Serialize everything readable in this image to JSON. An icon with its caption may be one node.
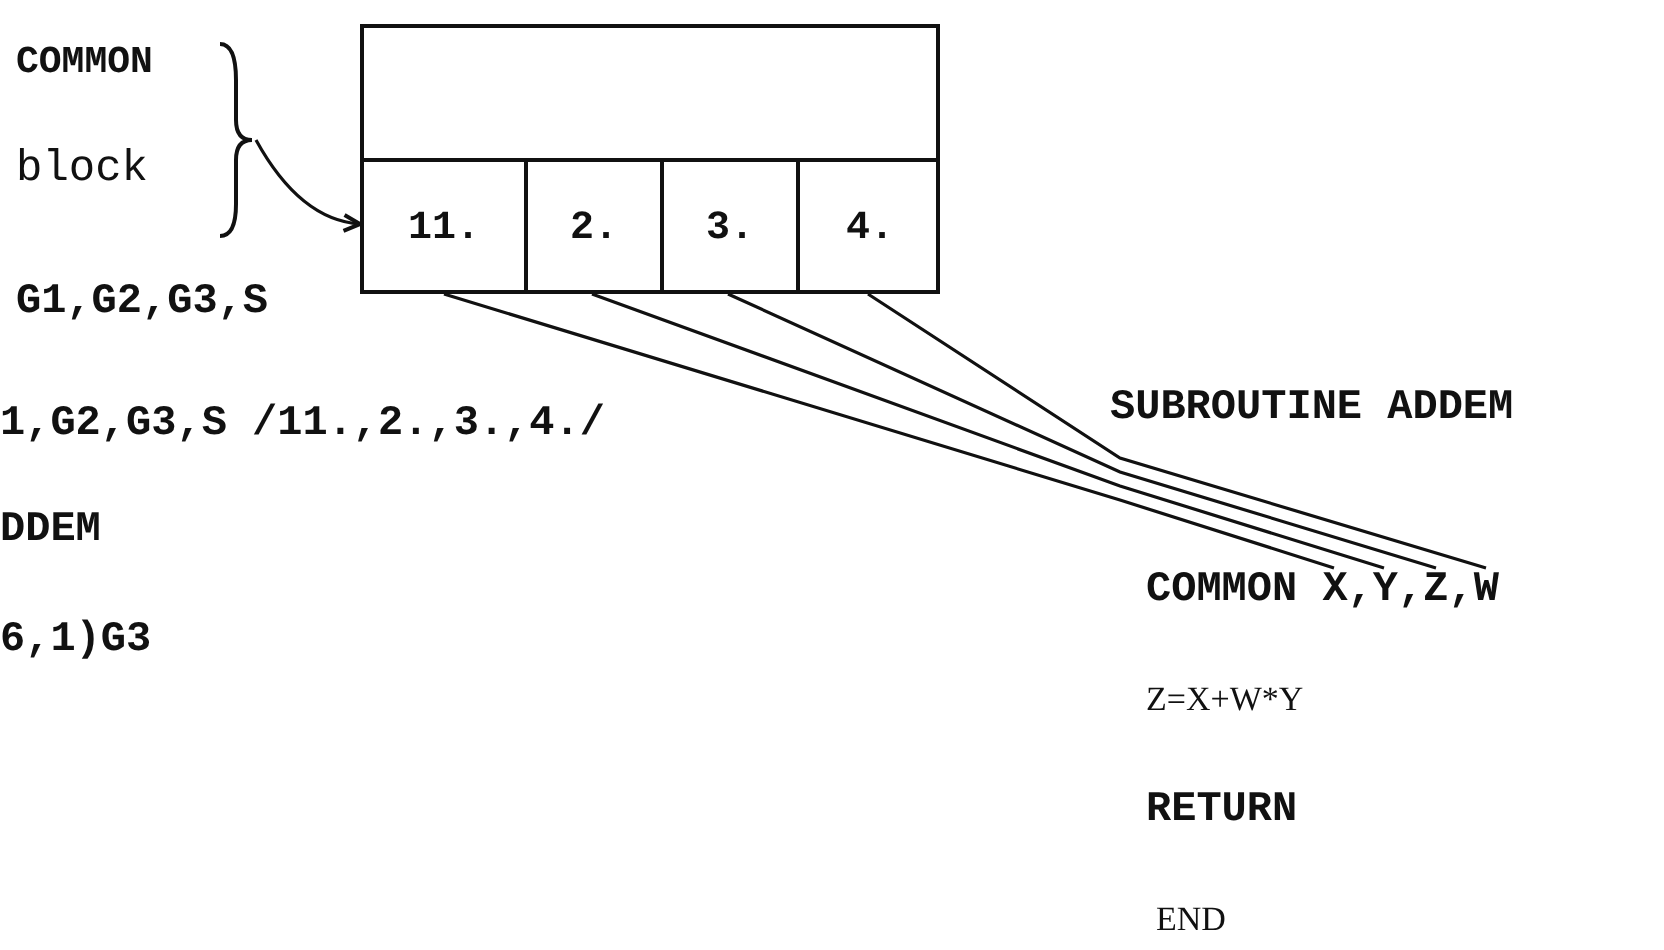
{
  "diagram": {
    "nodes": [
      {
        "text": [
          "COMMON",
          "block"
        ]
      },
      {
        "text": [],
        "shape": "box"
      },
      {
        "text": [
          "11."
        ],
        "in": 1
      },
      {
        "text": [
          "2."
        ],
        "in": 1
      },
      {
        "text": [
          "3."
        ],
        "in": 1
      },
      {
        "text": [
          "4."
        ],
        "in": 1
      },
      {
        "text": [
          "COMMON X,Y,Z,W"
        ]
      }
    ],
    "edges": [
      {
        "from": 0,
        "to": 1,
        "arrow": "to"
      },
      {
        "from": 2,
        "to": 6,
        "arrow": "none"
      },
      {
        "from": 3,
        "to": 6,
        "arrow": "none"
      },
      {
        "from": 4,
        "to": 6,
        "arrow": "none"
      },
      {
        "from": 5,
        "to": 6,
        "arrow": "none"
      }
    ],
    "labels": [
      "G1,G2,G3,S",
      "1,G2,G3,S /11.,2.,3.,4./",
      "DDEM",
      "6,1)G3",
      "SUBROUTINE ADDEM",
      "Z=X+W*Y",
      "RETURN",
      "END"
    ]
  }
}
